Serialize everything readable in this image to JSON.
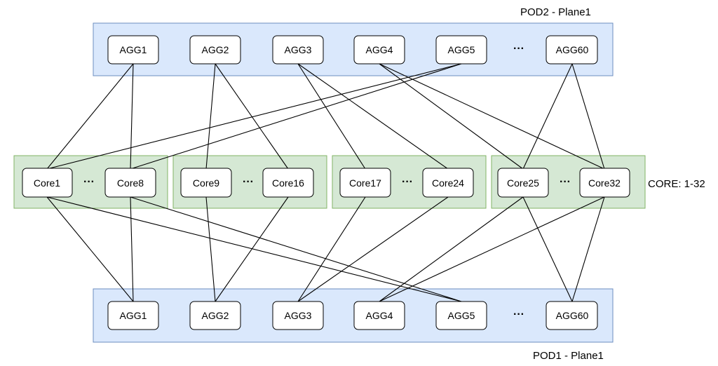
{
  "top_pod": {
    "label": "POD2 - Plane1",
    "nodes": [
      {
        "id": "t_agg1",
        "label": "AGG1"
      },
      {
        "id": "t_agg2",
        "label": "AGG2"
      },
      {
        "id": "t_agg3",
        "label": "AGG3"
      },
      {
        "id": "t_agg4",
        "label": "AGG4"
      },
      {
        "id": "t_agg5",
        "label": "AGG5"
      },
      {
        "id": "t_agg60",
        "label": "AGG60"
      }
    ],
    "ellipsis": "···"
  },
  "core": {
    "label": "CORE: 1-32",
    "groups": [
      {
        "nodes": [
          {
            "id": "core1",
            "label": "Core1"
          },
          {
            "id": "core8",
            "label": "Core8"
          }
        ],
        "ellipsis": "···"
      },
      {
        "nodes": [
          {
            "id": "core9",
            "label": "Core9"
          },
          {
            "id": "core16",
            "label": "Core16"
          }
        ],
        "ellipsis": "···"
      },
      {
        "nodes": [
          {
            "id": "core17",
            "label": "Core17"
          },
          {
            "id": "core24",
            "label": "Core24"
          }
        ],
        "ellipsis": "···"
      },
      {
        "nodes": [
          {
            "id": "core25",
            "label": "Core25"
          },
          {
            "id": "core32",
            "label": "Core32"
          }
        ],
        "ellipsis": "···"
      }
    ]
  },
  "bottom_pod": {
    "label": "POD1 - Plane1",
    "nodes": [
      {
        "id": "b_agg1",
        "label": "AGG1"
      },
      {
        "id": "b_agg2",
        "label": "AGG2"
      },
      {
        "id": "b_agg3",
        "label": "AGG3"
      },
      {
        "id": "b_agg4",
        "label": "AGG4"
      },
      {
        "id": "b_agg5",
        "label": "AGG5"
      },
      {
        "id": "b_agg60",
        "label": "AGG60"
      }
    ],
    "ellipsis": "···"
  },
  "links": [
    [
      "t_agg1",
      "core1"
    ],
    [
      "t_agg1",
      "core8"
    ],
    [
      "t_agg2",
      "core9"
    ],
    [
      "t_agg2",
      "core16"
    ],
    [
      "t_agg3",
      "core17"
    ],
    [
      "t_agg3",
      "core24"
    ],
    [
      "t_agg4",
      "core25"
    ],
    [
      "t_agg4",
      "core32"
    ],
    [
      "t_agg5",
      "core1"
    ],
    [
      "t_agg5",
      "core8"
    ],
    [
      "t_agg60",
      "core25"
    ],
    [
      "t_agg60",
      "core32"
    ],
    [
      "core1",
      "b_agg1"
    ],
    [
      "core8",
      "b_agg1"
    ],
    [
      "core9",
      "b_agg2"
    ],
    [
      "core16",
      "b_agg2"
    ],
    [
      "core17",
      "b_agg3"
    ],
    [
      "core24",
      "b_agg3"
    ],
    [
      "core25",
      "b_agg4"
    ],
    [
      "core32",
      "b_agg4"
    ],
    [
      "core1",
      "b_agg5"
    ],
    [
      "core8",
      "b_agg5"
    ],
    [
      "core25",
      "b_agg60"
    ],
    [
      "core32",
      "b_agg60"
    ]
  ],
  "colors": {
    "agg_band_fill": "#dae8fc",
    "agg_band_stroke": "#6c8ebf",
    "core_group_fill": "#d5e8d4",
    "core_group_stroke": "#82b366"
  }
}
